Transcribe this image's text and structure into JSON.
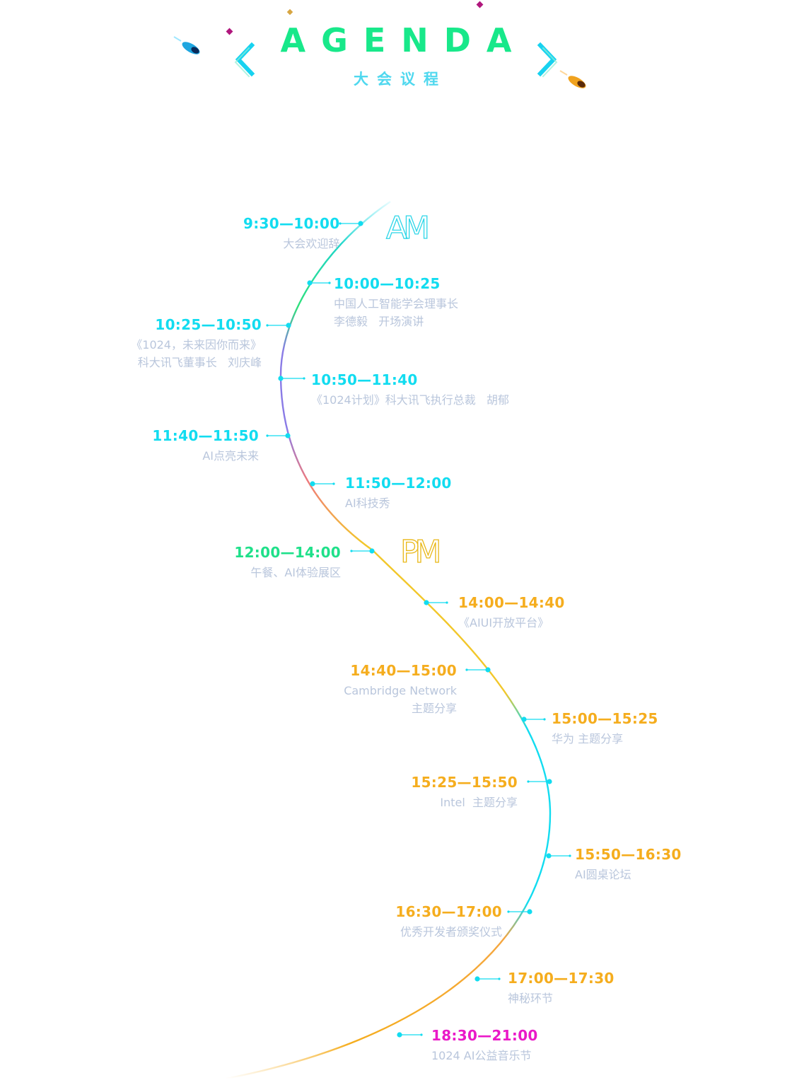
{
  "header": {
    "title": "AGENDA",
    "subtitle": "大会议程"
  },
  "periods": {
    "am": "AM",
    "pm": "PM"
  },
  "colors": {
    "cyan": "#12dcf0",
    "green": "#1fe08a",
    "violet": "#8a7be6",
    "coral": "#f07a7a",
    "yellow": "#f2c72a",
    "orange": "#f5ad1e",
    "pink": "#ea19c8",
    "desc": "#b9c6dc"
  },
  "agenda": [
    {
      "time": "9:30—10:00",
      "desc": [
        "大会欢迎辞"
      ]
    },
    {
      "time": "10:00—10:25",
      "desc": [
        "中国人工智能学会理事长",
        "李德毅   开场演讲"
      ]
    },
    {
      "time": "10:25—10:50",
      "desc": [
        "《1024，未来因你而来》",
        "科大讯飞董事长   刘庆峰"
      ]
    },
    {
      "time": "10:50—11:40",
      "desc": [
        "《1024计划》科大讯飞执行总裁   胡郁"
      ]
    },
    {
      "time": "11:40—11:50",
      "desc": [
        "AI点亮未来"
      ]
    },
    {
      "time": "11:50—12:00",
      "desc": [
        "AI科技秀"
      ]
    },
    {
      "time": "12:00—14:00",
      "desc": [
        "午餐、AI体验展区"
      ]
    },
    {
      "time": "14:00—14:40",
      "desc": [
        "《AIUI开放平台》"
      ]
    },
    {
      "time": "14:40—15:00",
      "desc": [
        "Cambridge Network",
        "主题分享"
      ]
    },
    {
      "time": "15:00—15:25",
      "desc": [
        "华为 主题分享"
      ]
    },
    {
      "time": "15:25—15:50",
      "desc": [
        "Intel  主题分享"
      ]
    },
    {
      "time": "15:50—16:30",
      "desc": [
        "AI圆桌论坛"
      ]
    },
    {
      "time": "16:30—17:00",
      "desc": [
        "优秀开发者颁奖仪式"
      ]
    },
    {
      "time": "17:00—17:30",
      "desc": [
        "神秘环节"
      ]
    },
    {
      "time": "18:30—21:00",
      "desc": [
        "1024 AI公益音乐节"
      ]
    }
  ]
}
